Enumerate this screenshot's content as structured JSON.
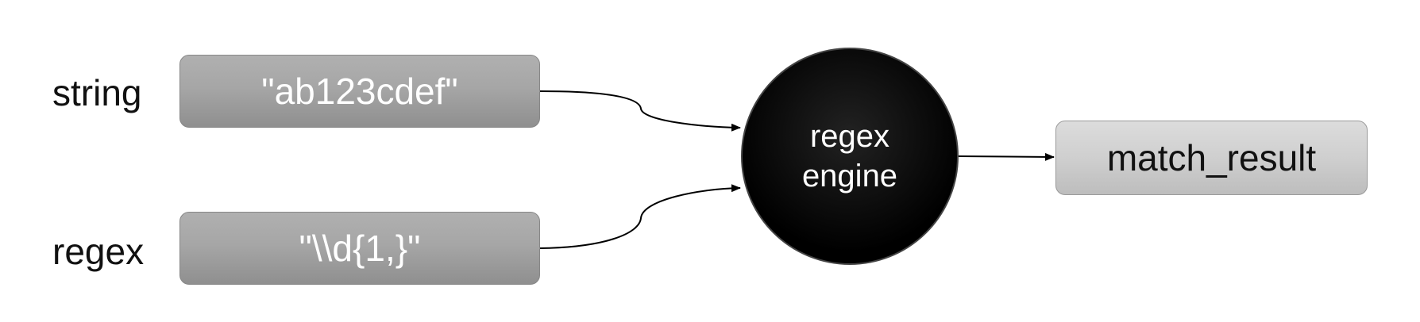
{
  "labels": {
    "string": "string",
    "regex": "regex"
  },
  "inputs": {
    "string_value": "\"ab123cdef\"",
    "regex_value": "\"\\\\d{1,}\""
  },
  "engine": {
    "line1": "regex",
    "line2": "engine"
  },
  "output": {
    "label": "match_result"
  },
  "colors": {
    "input_box": "#a6a6a6",
    "engine": "#000000",
    "output_box": "#cfcfcf",
    "connector": "#000000"
  }
}
